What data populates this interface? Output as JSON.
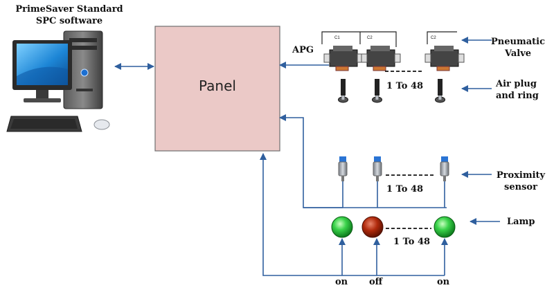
{
  "software": {
    "line1": "PrimeSaver Standard",
    "line2": "SPC software"
  },
  "panel": {
    "label": "Panel"
  },
  "apg": {
    "label": "APG"
  },
  "valves": {
    "range": "1 To 48",
    "c1": "C1",
    "c2a": "C2",
    "c2b": "C2"
  },
  "legend": {
    "pneumatic_line1": "Pneumatic",
    "pneumatic_line2": "Valve",
    "airplug_line1": "Air plug",
    "airplug_line2": "and ring",
    "proximity_line1": "Proximity",
    "proximity_line2": "sensor",
    "lamp": "Lamp"
  },
  "sensors": {
    "range": "1 To 48"
  },
  "lamps": {
    "range": "1 To 48",
    "items": [
      {
        "state": "on",
        "color": "#22b43a"
      },
      {
        "state": "off",
        "color": "#a8200a"
      },
      {
        "state": "on",
        "color": "#22b43a"
      }
    ]
  },
  "colors": {
    "arrow": "#2f5f9e",
    "panel_fill": "#ebc9c7",
    "panel_border": "#6e6e6e"
  }
}
